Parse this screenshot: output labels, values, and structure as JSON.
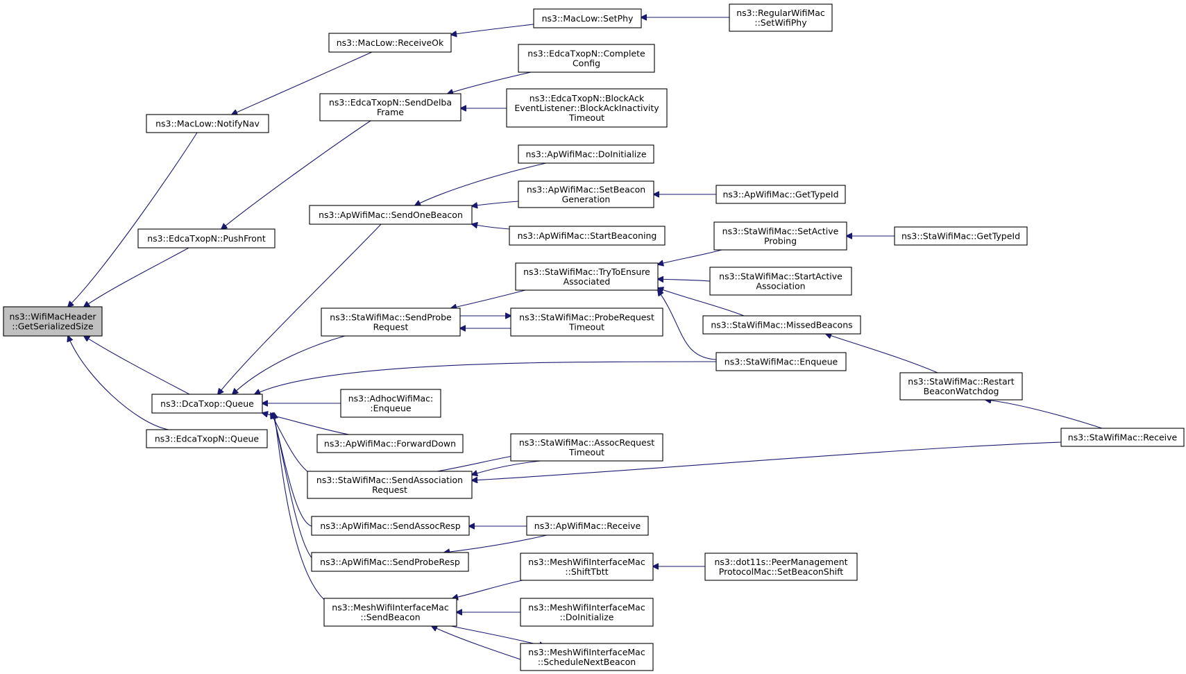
{
  "nodes": [
    {
      "id": "root",
      "lines": [
        "ns3::WifiMacHeader",
        "::GetSerializedSize"
      ],
      "root": true
    },
    {
      "id": "notifynav",
      "lines": [
        "ns3::MacLow::NotifyNav"
      ]
    },
    {
      "id": "receiveok",
      "lines": [
        "ns3::MacLow::ReceiveOk"
      ]
    },
    {
      "id": "setphy",
      "lines": [
        "ns3::MacLow::SetPhy"
      ]
    },
    {
      "id": "regsetwifiphy",
      "lines": [
        "ns3::RegularWifiMac",
        "::SetWifiPhy"
      ]
    },
    {
      "id": "pushfront",
      "lines": [
        "ns3::EdcaTxopN::PushFront"
      ]
    },
    {
      "id": "senddelba",
      "lines": [
        "ns3::EdcaTxopN::SendDelba",
        "Frame"
      ]
    },
    {
      "id": "completeconfig",
      "lines": [
        "ns3::EdcaTxopN::Complete",
        "Config"
      ]
    },
    {
      "id": "blockacktimeout",
      "lines": [
        "ns3::EdcaTxopN::BlockAck",
        "EventListener::BlockAckInactivity",
        "Timeout"
      ]
    },
    {
      "id": "dcaqueue",
      "lines": [
        "ns3::DcaTxop::Queue"
      ]
    },
    {
      "id": "edcaqueue",
      "lines": [
        "ns3::EdcaTxopN::Queue"
      ]
    },
    {
      "id": "sendonebeacon",
      "lines": [
        "ns3::ApWifiMac::SendOneBeacon"
      ]
    },
    {
      "id": "apdoinit",
      "lines": [
        "ns3::ApWifiMac::DoInitialize"
      ]
    },
    {
      "id": "setbeacongen",
      "lines": [
        "ns3::ApWifiMac::SetBeacon",
        "Generation"
      ]
    },
    {
      "id": "apgettypeid",
      "lines": [
        "ns3::ApWifiMac::GetTypeId"
      ]
    },
    {
      "id": "startbeaconing",
      "lines": [
        "ns3::ApWifiMac::StartBeaconing"
      ]
    },
    {
      "id": "sendprobereq",
      "lines": [
        "ns3::StaWifiMac::SendProbe",
        "Request"
      ]
    },
    {
      "id": "trytoensure",
      "lines": [
        "ns3::StaWifiMac::TryToEnsure",
        "Associated"
      ]
    },
    {
      "id": "probereqtimeout",
      "lines": [
        "ns3::StaWifiMac::ProbeRequest",
        "Timeout"
      ]
    },
    {
      "id": "setactiveprobing",
      "lines": [
        "ns3::StaWifiMac::SetActive",
        "Probing"
      ]
    },
    {
      "id": "stagettypeid",
      "lines": [
        "ns3::StaWifiMac::GetTypeId"
      ]
    },
    {
      "id": "startactiveassoc",
      "lines": [
        "ns3::StaWifiMac::StartActive",
        "Association"
      ]
    },
    {
      "id": "missedbeacons",
      "lines": [
        "ns3::StaWifiMac::MissedBeacons"
      ]
    },
    {
      "id": "staenqueue",
      "lines": [
        "ns3::StaWifiMac::Enqueue"
      ]
    },
    {
      "id": "restartwatchdog",
      "lines": [
        "ns3::StaWifiMac::Restart",
        "BeaconWatchdog"
      ]
    },
    {
      "id": "adhocenqueue",
      "lines": [
        "ns3::AdhocWifiMac:",
        ":Enqueue"
      ]
    },
    {
      "id": "forwarddown",
      "lines": [
        "ns3::ApWifiMac::ForwardDown"
      ]
    },
    {
      "id": "stareceive",
      "lines": [
        "ns3::StaWifiMac::Receive"
      ]
    },
    {
      "id": "sendassocreq",
      "lines": [
        "ns3::StaWifiMac::SendAssociation",
        "Request"
      ]
    },
    {
      "id": "assocreqtimeout",
      "lines": [
        "ns3::StaWifiMac::AssocRequest",
        "Timeout"
      ]
    },
    {
      "id": "sendassocresp",
      "lines": [
        "ns3::ApWifiMac::SendAssocResp"
      ]
    },
    {
      "id": "apreceive",
      "lines": [
        "ns3::ApWifiMac::Receive"
      ]
    },
    {
      "id": "sendproberesp",
      "lines": [
        "ns3::ApWifiMac::SendProbeResp"
      ]
    },
    {
      "id": "shifttbtt",
      "lines": [
        "ns3::MeshWifiInterfaceMac",
        "::ShiftTbtt"
      ]
    },
    {
      "id": "peermgmt",
      "lines": [
        "ns3::dot11s::PeerManagement",
        "ProtocolMac::SetBeaconShift"
      ]
    },
    {
      "id": "meshsendbeacon",
      "lines": [
        "ns3::MeshWifiInterfaceMac",
        "::SendBeacon"
      ]
    },
    {
      "id": "meshdoinit",
      "lines": [
        "ns3::MeshWifiInterfaceMac",
        "::DoInitialize"
      ]
    },
    {
      "id": "schednextbeacon",
      "lines": [
        "ns3::MeshWifiInterfaceMac",
        "::ScheduleNextBeacon"
      ]
    }
  ],
  "edges": [
    {
      "from": "notifynav",
      "to": "root"
    },
    {
      "from": "pushfront",
      "to": "root"
    },
    {
      "from": "dcaqueue",
      "to": "root"
    },
    {
      "from": "edcaqueue",
      "to": "root"
    },
    {
      "from": "receiveok",
      "to": "notifynav"
    },
    {
      "from": "setphy",
      "to": "receiveok"
    },
    {
      "from": "regsetwifiphy",
      "to": "setphy"
    },
    {
      "from": "senddelba",
      "to": "pushfront"
    },
    {
      "from": "completeconfig",
      "to": "senddelba"
    },
    {
      "from": "blockacktimeout",
      "to": "senddelba"
    },
    {
      "from": "sendonebeacon",
      "to": "dcaqueue"
    },
    {
      "from": "sendprobereq",
      "to": "dcaqueue"
    },
    {
      "from": "staenqueue",
      "to": "dcaqueue"
    },
    {
      "from": "adhocenqueue",
      "to": "dcaqueue"
    },
    {
      "from": "forwarddown",
      "to": "dcaqueue"
    },
    {
      "from": "sendassocreq",
      "to": "dcaqueue"
    },
    {
      "from": "sendassocresp",
      "to": "dcaqueue"
    },
    {
      "from": "sendproberesp",
      "to": "dcaqueue"
    },
    {
      "from": "meshsendbeacon",
      "to": "dcaqueue"
    },
    {
      "from": "apdoinit",
      "to": "sendonebeacon"
    },
    {
      "from": "setbeacongen",
      "to": "sendonebeacon"
    },
    {
      "from": "startbeaconing",
      "to": "sendonebeacon"
    },
    {
      "from": "apgettypeid",
      "to": "setbeacongen"
    },
    {
      "from": "trytoensure",
      "to": "sendprobereq"
    },
    {
      "from": "probereqtimeout",
      "to": "sendprobereq"
    },
    {
      "from": "sendprobereq",
      "to": "probereqtimeout"
    },
    {
      "from": "setactiveprobing",
      "to": "trytoensure"
    },
    {
      "from": "startactiveassoc",
      "to": "trytoensure"
    },
    {
      "from": "missedbeacons",
      "to": "trytoensure"
    },
    {
      "from": "staenqueue",
      "to": "trytoensure"
    },
    {
      "from": "stagettypeid",
      "to": "setactiveprobing"
    },
    {
      "from": "restartwatchdog",
      "to": "missedbeacons"
    },
    {
      "from": "stareceive",
      "to": "restartwatchdog"
    },
    {
      "from": "assocreqtimeout",
      "to": "sendassocreq"
    },
    {
      "from": "sendassocreq",
      "to": "assocreqtimeout"
    },
    {
      "from": "stareceive",
      "to": "sendassocreq"
    },
    {
      "from": "apreceive",
      "to": "sendassocresp"
    },
    {
      "from": "apreceive",
      "to": "sendproberesp"
    },
    {
      "from": "shifttbtt",
      "to": "meshsendbeacon"
    },
    {
      "from": "meshdoinit",
      "to": "meshsendbeacon"
    },
    {
      "from": "schednextbeacon",
      "to": "meshsendbeacon"
    },
    {
      "from": "meshsendbeacon",
      "to": "schednextbeacon"
    },
    {
      "from": "peermgmt",
      "to": "shifttbtt"
    }
  ]
}
